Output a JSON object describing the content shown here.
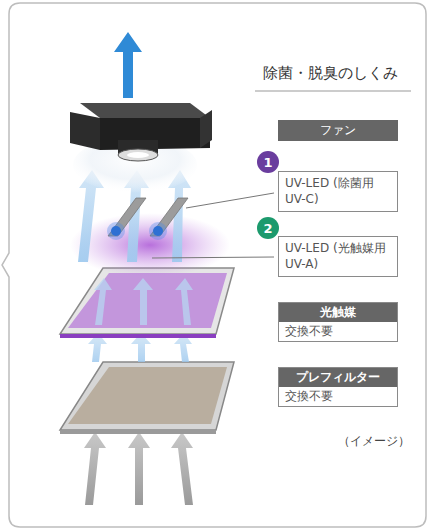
{
  "diagram": {
    "title": "除菌・脱臭のしくみ",
    "nodes": [
      {
        "text": [
          "ファン"
        ]
      },
      {
        "text": [
          "1"
        ]
      },
      {
        "text": [
          "UV-LED (除菌用UV-C)"
        ]
      },
      {
        "text": [
          "2"
        ]
      },
      {
        "text": [
          "UV-LED (光触媒用UV-A)"
        ]
      },
      {
        "text": [
          "光触媒",
          "交換不要"
        ]
      },
      {
        "text": [
          "プレフィルター",
          "交換不要"
        ]
      }
    ],
    "labels": [
      "（イメージ）"
    ]
  }
}
